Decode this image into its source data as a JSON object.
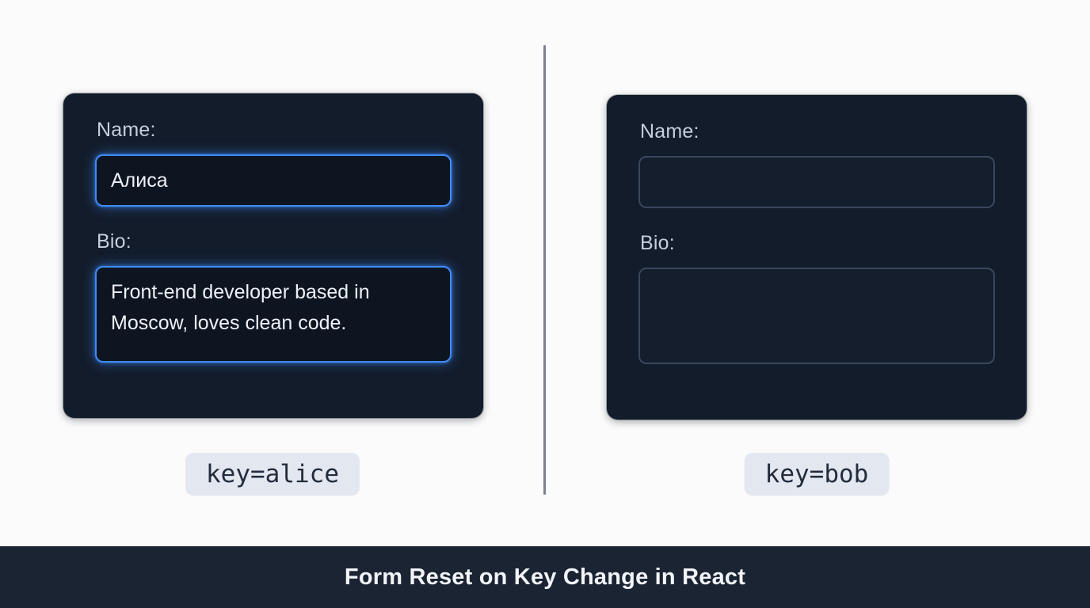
{
  "left_card": {
    "name_label": "Name:",
    "name_value": "Алиса",
    "bio_label": "Bio:",
    "bio_value": "Front-end developer based in Moscow, loves clean code.",
    "key_badge": "key=alice"
  },
  "right_card": {
    "name_label": "Name:",
    "name_value": "",
    "bio_label": "Bio:",
    "bio_value": "",
    "key_badge": "key=bob"
  },
  "footer": {
    "title": "Form Reset on Key Change in React"
  },
  "colors": {
    "page_bg": "#fbfbfc",
    "card_bg": "#131c2b",
    "focus_blue": "#3f8cfb",
    "badge_bg": "#e3e7f0",
    "footer_bg": "#1a2433"
  }
}
